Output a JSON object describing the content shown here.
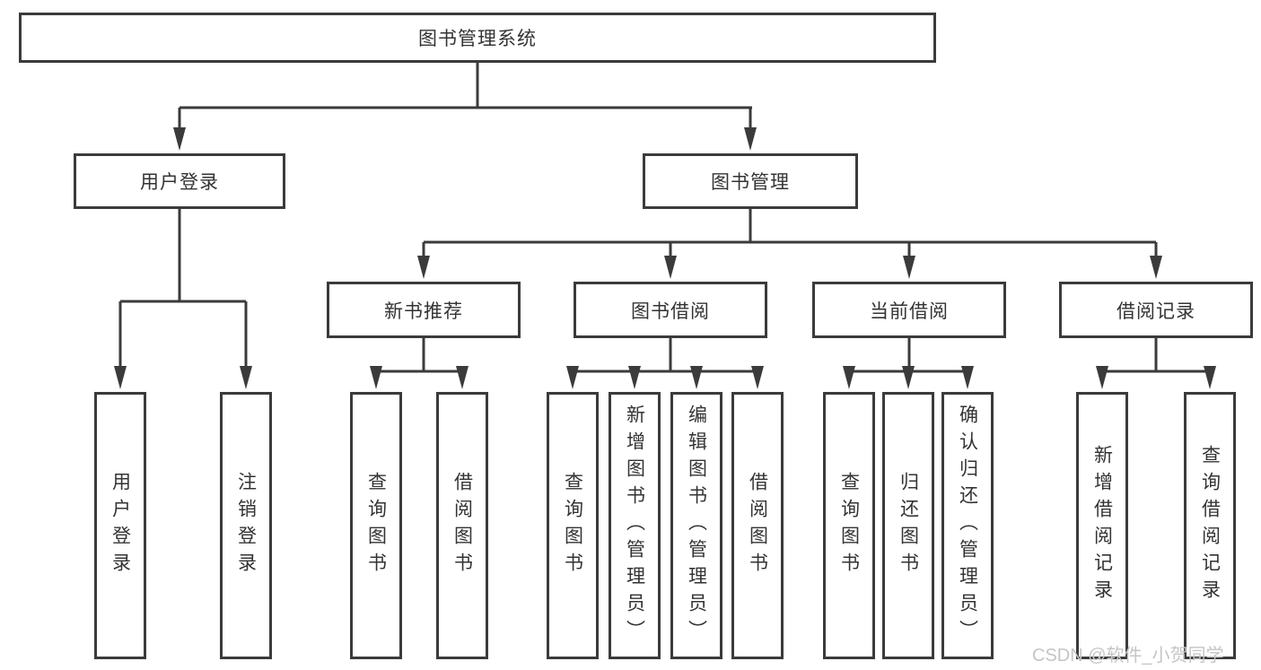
{
  "diagram": {
    "root": {
      "label": "图书管理系统"
    },
    "level2": [
      {
        "label": "用户登录",
        "leaves": [
          "用户登录",
          "注销登录"
        ]
      },
      {
        "label": "图书管理",
        "children": [
          {
            "label": "新书推荐",
            "leaves": [
              "查询图书",
              "借阅图书"
            ]
          },
          {
            "label": "图书借阅",
            "leaves": [
              "查询图书",
              "新增图书（管理员）",
              "编辑图书（管理员）",
              "借阅图书"
            ]
          },
          {
            "label": "当前借阅",
            "leaves": [
              "查询图书",
              "归还图书",
              "确认归还（管理员）"
            ]
          },
          {
            "label": "借阅记录",
            "leaves": [
              "新增借阅记录",
              "查询借阅记录"
            ]
          }
        ]
      }
    ]
  },
  "watermark": {
    "text": "CSDN @软件_小贺同学"
  },
  "colors": {
    "line": "#3b3b3b",
    "box_border": "#3b3b3b",
    "text": "#333333",
    "watermark": "#c5c5c5",
    "background": "#ffffff"
  }
}
